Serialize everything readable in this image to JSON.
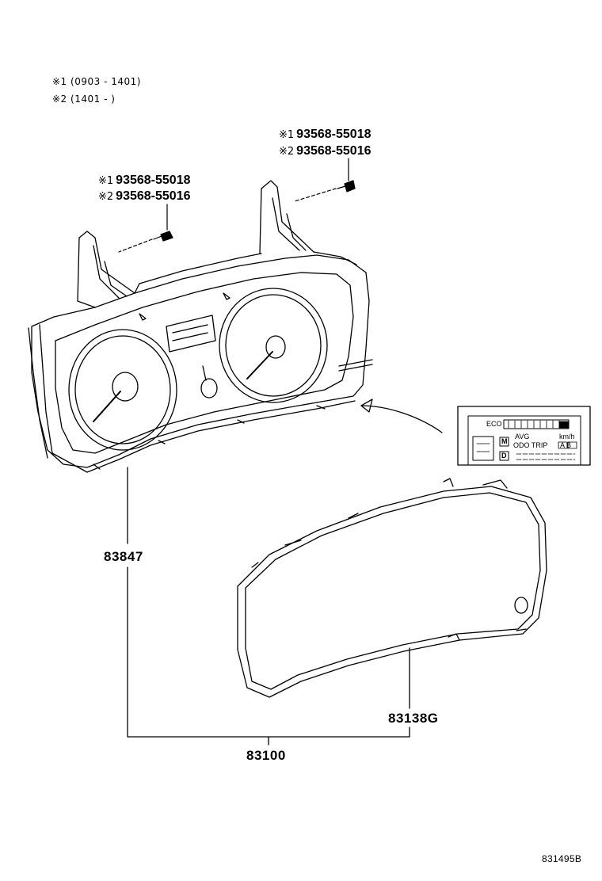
{
  "notes": [
    {
      "mark": "※1",
      "range": "(0903 - 1401)"
    },
    {
      "mark": "※2",
      "range": "(1401 -      )"
    }
  ],
  "screws": [
    {
      "lines": [
        {
          "mark": "※1",
          "part": "93568-55018"
        },
        {
          "mark": "※2",
          "part": "93568-55016"
        }
      ]
    },
    {
      "lines": [
        {
          "mark": "※1",
          "part": "93568-55018"
        },
        {
          "mark": "※2",
          "part": "93568-55016"
        }
      ]
    }
  ],
  "parts": {
    "meter_assembly": "83847",
    "lens": "83138G",
    "combination_meter": "83100"
  },
  "display_inset": {
    "eco": "ECO",
    "m": "M",
    "avg": "AVG",
    "odo_trip": "ODO TRIP",
    "ab": "A B",
    "kmh": "km/h",
    "d": "D"
  },
  "diagram_code": "831495B"
}
